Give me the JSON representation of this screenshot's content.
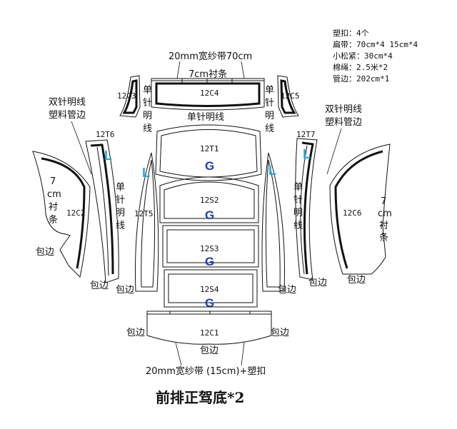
{
  "notes": {
    "line1": "塑扣：4个",
    "line2": "扁带：70cm*4  15cm*4",
    "line3": "小松紧：30cm*4",
    "line4": "棉绳：2.5米*2",
    "line5": "管边：202cm*1"
  },
  "top_labels": {
    "mesh_tape_top": "20mm宽纱带70cm",
    "lining_7cm_top": "7cm衬条",
    "single_needle_mid": "单针明线"
  },
  "left_labels": {
    "double_needle_line1": "双针明线",
    "double_needle_line2": "塑料管边",
    "lining_7": "7",
    "lining_cm": "cm",
    "lining_chen": "衬",
    "lining_tiao": "条",
    "single_needle_v1": "单",
    "single_needle_v2": "针",
    "single_needle_v3": "明",
    "single_needle_v4": "线",
    "upper_single_v1": "单",
    "upper_single_v2": "针",
    "upper_single_v3": "明",
    "upper_single_v4": "线",
    "binding_a": "包边",
    "binding_b": "包边",
    "binding_c": "包边"
  },
  "right_labels": {
    "double_needle_line1": "双针明线",
    "double_needle_line2": "塑料管边",
    "lining_7": "7",
    "lining_cm": "cm",
    "lining_chen": "衬",
    "lining_tiao": "条",
    "single_needle_v1": "单",
    "single_needle_v2": "针",
    "single_needle_v3": "明",
    "single_needle_v4": "线",
    "upper_single_v1": "单",
    "upper_single_v2": "针",
    "upper_single_v3": "明",
    "upper_single_v4": "线",
    "binding_a": "包边",
    "binding_b": "包边",
    "binding_c": "包边"
  },
  "bottom_labels": {
    "binding_left": "包边",
    "binding_right": "包边",
    "binding_center": "包边",
    "mesh_tape_bottom": "20mm宽纱带 (15cm)+塑扣"
  },
  "pieces": {
    "c4": "12C4",
    "c3": "12C3",
    "c5": "12C5",
    "t1": "12T1",
    "t6": "12T6",
    "t7": "12T7",
    "c2": "12C2",
    "c6": "12C6",
    "t5": "12T5",
    "s2": "12S2",
    "s3": "12S3",
    "s4": "12S4",
    "c1": "12C1"
  },
  "marks": {
    "g": "G",
    "l": "L"
  },
  "title": "前排正驾底*2",
  "colors": {
    "g_mark": "#1d3fb0",
    "l_mark": "#27a9e1",
    "line": "#111111"
  }
}
